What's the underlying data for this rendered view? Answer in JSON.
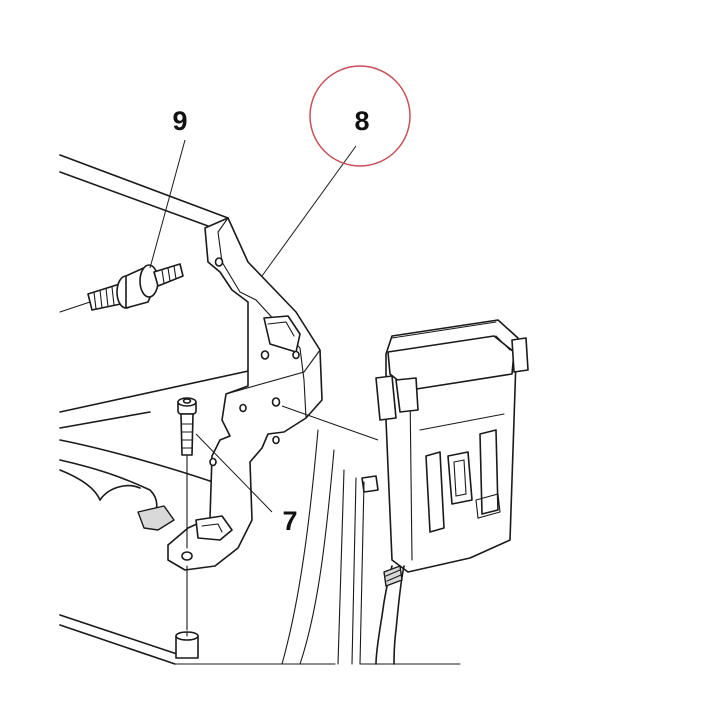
{
  "callouts": {
    "part_7": "7",
    "part_8": "8",
    "part_9": "9"
  },
  "colors": {
    "highlight_circle": "#c8505a",
    "line": "#1a1a1a",
    "shade": "#d9d9d9"
  }
}
